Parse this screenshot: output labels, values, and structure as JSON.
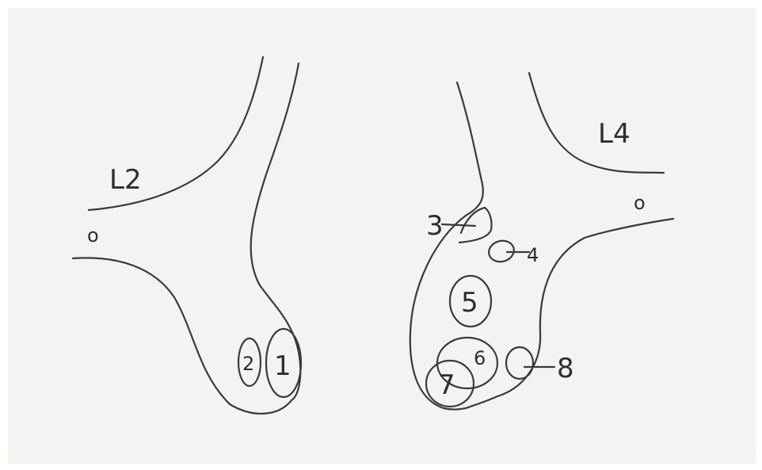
{
  "labels": {
    "left_level": "L2",
    "right_level": "L4",
    "left_origin": "o",
    "right_origin": "o",
    "n1": "1",
    "n2": "2",
    "n3": "3",
    "n4": "4",
    "n5": "5",
    "n6": "6",
    "n7": "7",
    "n8": "8"
  },
  "colors": {
    "ink": "#3a3a3a",
    "paper": "#f5f3f1"
  }
}
